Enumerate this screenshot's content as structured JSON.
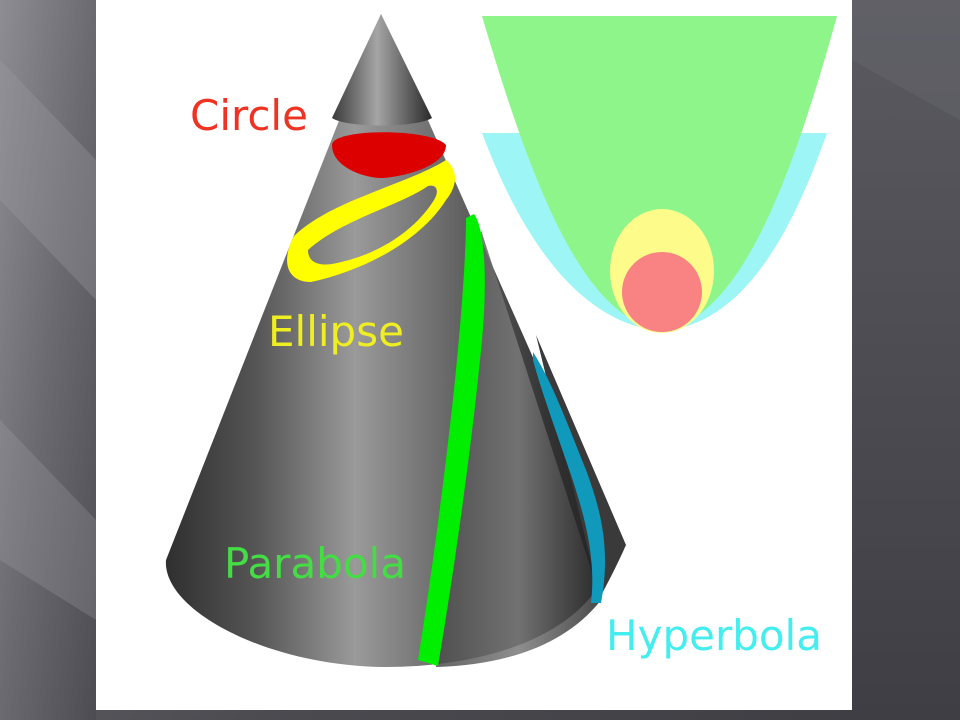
{
  "figure": {
    "labels": {
      "circle": "Circle",
      "ellipse": "Ellipse",
      "parabola": "Parabola",
      "hyperbola": "Hyperbola"
    },
    "colors": {
      "circle": "#ee3322",
      "circle_band": "#dd0000",
      "ellipse": "#ffff00",
      "ellipse_text": "#eeee22",
      "parabola": "#00ee00",
      "parabola_text": "#44dd44",
      "hyperbola": "#1199bb",
      "hyperbola_text": "#44eeee",
      "inset_parabola": "#8ef58a",
      "inset_hyperbola": "#9ef5f5",
      "inset_ellipse": "#fdfc8a",
      "inset_circle": "#f98282",
      "slide_frame": "#5e5e63"
    }
  }
}
